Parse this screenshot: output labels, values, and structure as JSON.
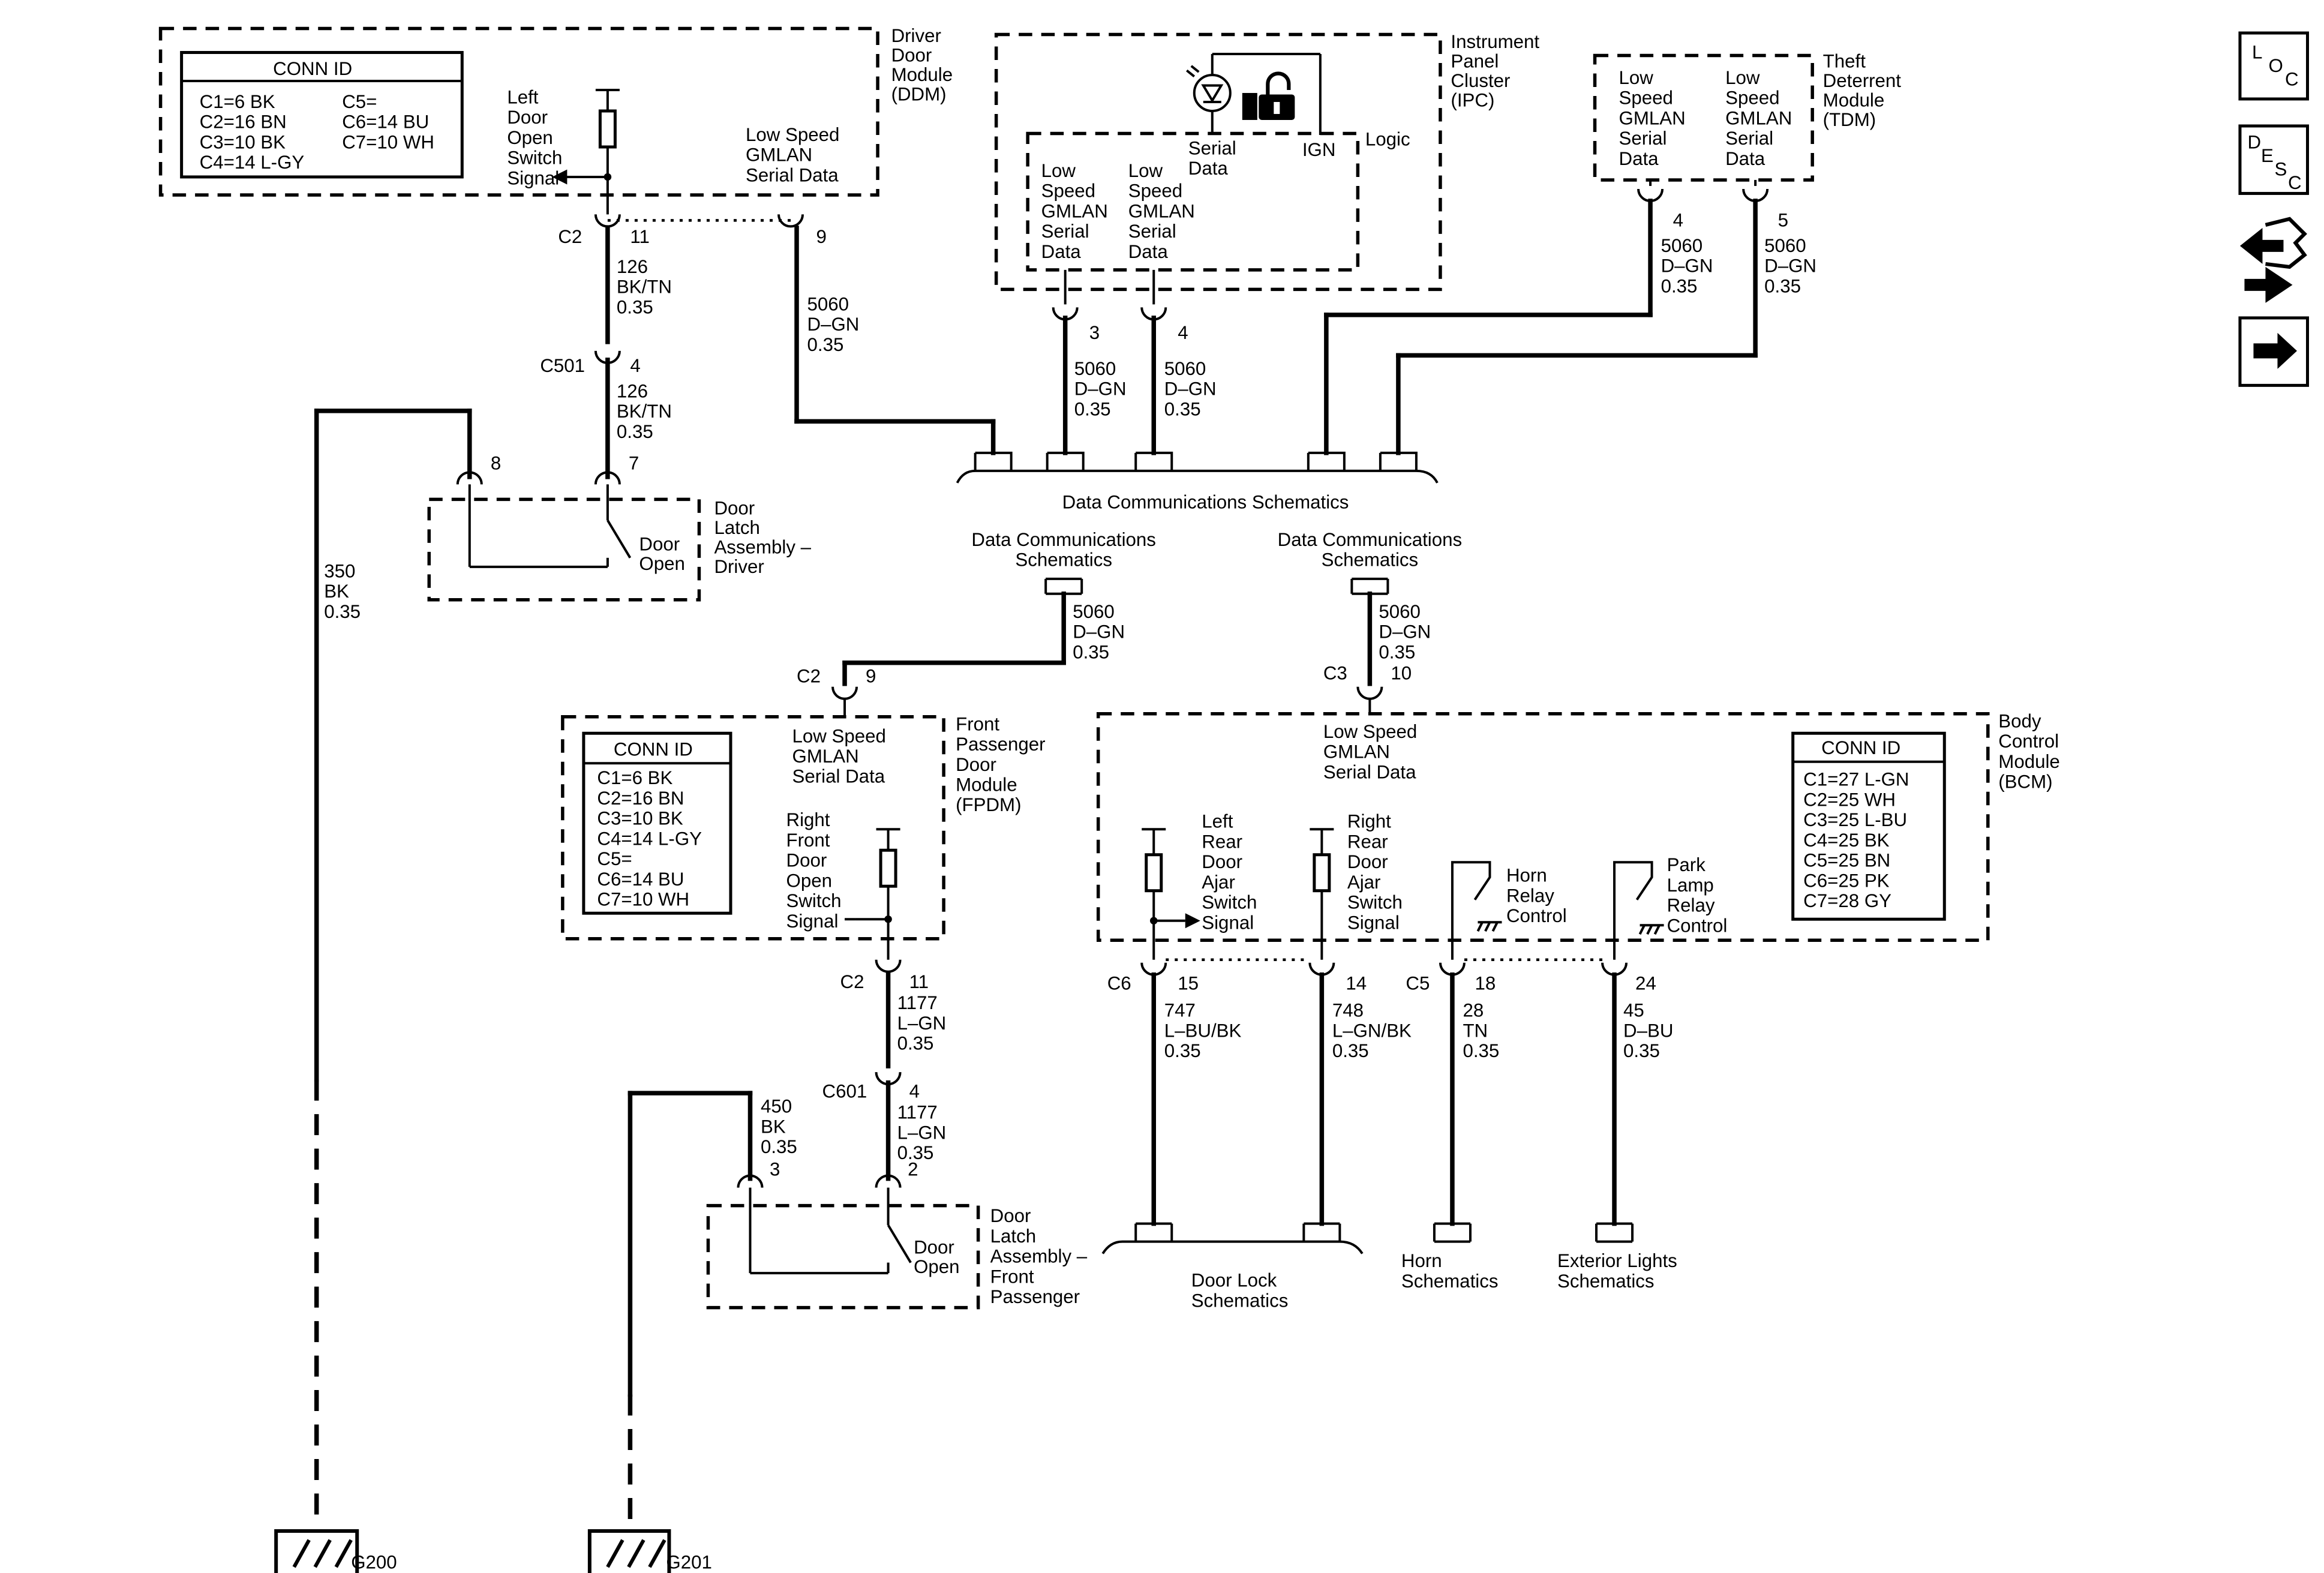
{
  "modules": {
    "ddm": {
      "name_lines": [
        "Driver",
        "Door",
        "Module",
        "(DDM)"
      ]
    },
    "ipc": {
      "name_lines": [
        "Instrument",
        "Panel",
        "Cluster",
        "(IPC)"
      ]
    },
    "tdm": {
      "name_lines": [
        "Theft",
        "Deterrent",
        "Module",
        "(TDM)"
      ]
    },
    "fpdm": {
      "name_lines": [
        "Front",
        "Passenger",
        "Door",
        "Module",
        "(FPDM)"
      ]
    },
    "bcm": {
      "name_lines": [
        "Body",
        "Control",
        "Module",
        "(BCM)"
      ]
    }
  },
  "conn_id_tables": {
    "ddm": {
      "title": "CONN ID",
      "left": [
        "C1=6 BK",
        "C2=16 BN",
        "C3=10 BK",
        "C4=14 L-GY"
      ],
      "right": [
        "C5=",
        "C6=14 BU",
        "C7=10 WH"
      ]
    },
    "fpdm": {
      "title": "CONN ID",
      "rows": [
        "C1=6 BK",
        "C2=16 BN",
        "C3=10 BK",
        "C4=14 L-GY",
        "C5=",
        "C6=14 BU",
        "C7=10 WH"
      ]
    },
    "bcm": {
      "title": "CONN ID",
      "rows": [
        "C1=27 L-GN",
        "C2=25 WH",
        "C3=25 L-BU",
        "C4=25 BK",
        "C5=25 BN",
        "C6=25 PK",
        "C7=28 GY"
      ]
    }
  },
  "internal_labels": {
    "ddm_left_door_switch": [
      "Left",
      "Door",
      "Open",
      "Switch",
      "Signal"
    ],
    "ddm_gmlan": [
      "Low Speed",
      "GMLAN",
      "Serial Data"
    ],
    "ipc_gmlan_a": [
      "Low",
      "Speed",
      "GMLAN",
      "Serial",
      "Data"
    ],
    "ipc_gmlan_b": [
      "Low",
      "Speed",
      "GMLAN",
      "Serial",
      "Data"
    ],
    "ipc_serial_data": [
      "Serial",
      "Data"
    ],
    "ipc_ign": "IGN",
    "ipc_logic": "Logic",
    "tdm_gmlan_a": [
      "Low",
      "Speed",
      "GMLAN",
      "Serial",
      "Data"
    ],
    "tdm_gmlan_b": [
      "Low",
      "Speed",
      "GMLAN",
      "Serial",
      "Data"
    ],
    "fpdm_gmlan": [
      "Low Speed",
      "GMLAN",
      "Serial Data"
    ],
    "fpdm_right_door_switch": [
      "Right",
      "Front",
      "Door",
      "Open",
      "Switch",
      "Signal"
    ],
    "bcm_gmlan": [
      "Low Speed",
      "GMLAN",
      "Serial Data"
    ],
    "bcm_lr_ajar": [
      "Left",
      "Rear",
      "Door",
      "Ajar",
      "Switch",
      "Signal"
    ],
    "bcm_rr_ajar": [
      "Right",
      "Rear",
      "Door",
      "Ajar",
      "Switch",
      "Signal"
    ],
    "bcm_horn_relay": [
      "Horn",
      "Relay",
      "Control"
    ],
    "bcm_park_relay": [
      "Park",
      "Lamp",
      "Relay",
      "Control"
    ]
  },
  "components": {
    "door_latch_driver": {
      "name_lines": [
        "Door",
        "Latch",
        "Assembly –",
        "Driver"
      ],
      "switch_lines": [
        "Door",
        "Open"
      ]
    },
    "door_latch_passenger": {
      "name_lines": [
        "Door",
        "Latch",
        "Assembly –",
        "Front",
        "Passenger"
      ],
      "switch_lines": [
        "Door",
        "Open"
      ]
    }
  },
  "connectors": {
    "ddm_c2": "C2",
    "ddm_c2_pin11": "11",
    "ddm_pin9": "9",
    "c501": "C501",
    "c501_pin4": "4",
    "latch_drv_pin8": "8",
    "latch_drv_pin7": "7",
    "ipc_pin3": "3",
    "ipc_pin4": "4",
    "tdm_pin4": "4",
    "tdm_pin5": "5",
    "fpdm_c2_top": "C2",
    "fpdm_c2_top_pin": "9",
    "fpdm_c2_bottom": "C2",
    "fpdm_c2_bottom_pin": "11",
    "c601": "C601",
    "c601_pin4": "4",
    "latch_pass_pin3": "3",
    "latch_pass_pin2": "2",
    "bcm_c3": "C3",
    "bcm_c3_pin": "10",
    "bcm_c6": "C6",
    "bcm_c6_pin15": "15",
    "bcm_pin14": "14",
    "bcm_c5": "C5",
    "bcm_c5_pin18": "18",
    "bcm_pin24": "24"
  },
  "wires": {
    "w126_a": [
      "126",
      "BK/TN",
      "0.35"
    ],
    "w126_b": [
      "126",
      "BK/TN",
      "0.35"
    ],
    "w5060_ddm": [
      "5060",
      "D–GN",
      "0.35"
    ],
    "w5060_ipc3": [
      "5060",
      "D–GN",
      "0.35"
    ],
    "w5060_ipc4": [
      "5060",
      "D–GN",
      "0.35"
    ],
    "w5060_tdm4": [
      "5060",
      "D–GN",
      "0.35"
    ],
    "w5060_tdm5": [
      "5060",
      "D–GN",
      "0.35"
    ],
    "w5060_fpdm": [
      "5060",
      "D–GN",
      "0.35"
    ],
    "w5060_bcm": [
      "5060",
      "D–GN",
      "0.35"
    ],
    "w350": [
      "350",
      "BK",
      "0.35"
    ],
    "w1177_a": [
      "1177",
      "L–GN",
      "0.35"
    ],
    "w1177_b": [
      "1177",
      "L–GN",
      "0.35"
    ],
    "w450": [
      "450",
      "BK",
      "0.35"
    ],
    "w747": [
      "747",
      "L–BU/BK",
      "0.35"
    ],
    "w748": [
      "748",
      "L–GN/BK",
      "0.35"
    ],
    "w28": [
      "28",
      "TN",
      "0.35"
    ],
    "w45": [
      "45",
      "D–BU",
      "0.35"
    ]
  },
  "references": {
    "data_comm_bus": "Data Communications Schematics",
    "data_comm_left": [
      "Data Communications",
      "Schematics"
    ],
    "data_comm_right": [
      "Data Communications",
      "Schematics"
    ],
    "door_lock": [
      "Door Lock",
      "Schematics"
    ],
    "horn": [
      "Horn",
      "Schematics"
    ],
    "exterior_lights": [
      "Exterior Lights",
      "Schematics"
    ]
  },
  "grounds": {
    "g200": "G200",
    "g201": "G201"
  },
  "nav_icons": {
    "loc": [
      "L",
      "O",
      "C"
    ],
    "desc": [
      "D",
      "E",
      "S",
      "C"
    ]
  }
}
